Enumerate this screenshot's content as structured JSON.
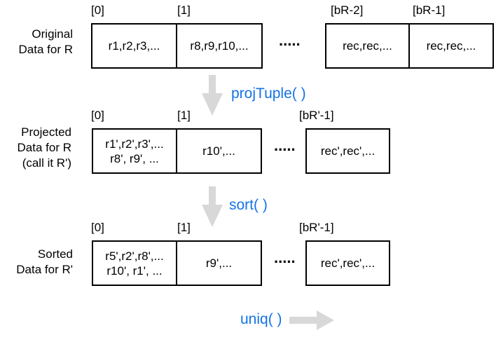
{
  "diagram": {
    "rows": {
      "original": {
        "title_lines": [
          "Original",
          "Data for R"
        ],
        "indices": [
          "[0]",
          "[1]",
          "[bR-2]",
          "[bR-1]"
        ],
        "cells": [
          "r1,r2,r3,...",
          "r8,r9,r10,...",
          "rec,rec,...",
          "rec,rec,..."
        ],
        "dots": "....."
      },
      "projected": {
        "title_lines": [
          "Projected",
          "Data for R",
          "(call it R')"
        ],
        "indices": [
          "[0]",
          "[1]",
          "[bR'-1]"
        ],
        "cell0_lines": [
          "r1',r2',r3',...",
          "r8', r9', ..."
        ],
        "cell1": "r10',...",
        "cell2": "rec',rec',...",
        "dots": "....."
      },
      "sorted": {
        "title_lines": [
          "Sorted",
          "Data for R'"
        ],
        "indices": [
          "[0]",
          "[1]",
          "[bR'-1]"
        ],
        "cell0_lines": [
          "r5',r2',r8',...",
          "r10', r1', ..."
        ],
        "cell1": "r9',...",
        "cell2": "rec',rec',...",
        "dots": "....."
      }
    },
    "operations": {
      "proj": "projTuple( )",
      "sort": "sort( )",
      "uniq": "uniq( )"
    },
    "colors": {
      "accent_blue": "#1473e6",
      "arrow_gray": "#d8d8d8",
      "box_border": "#000000",
      "text": "#000000"
    }
  }
}
